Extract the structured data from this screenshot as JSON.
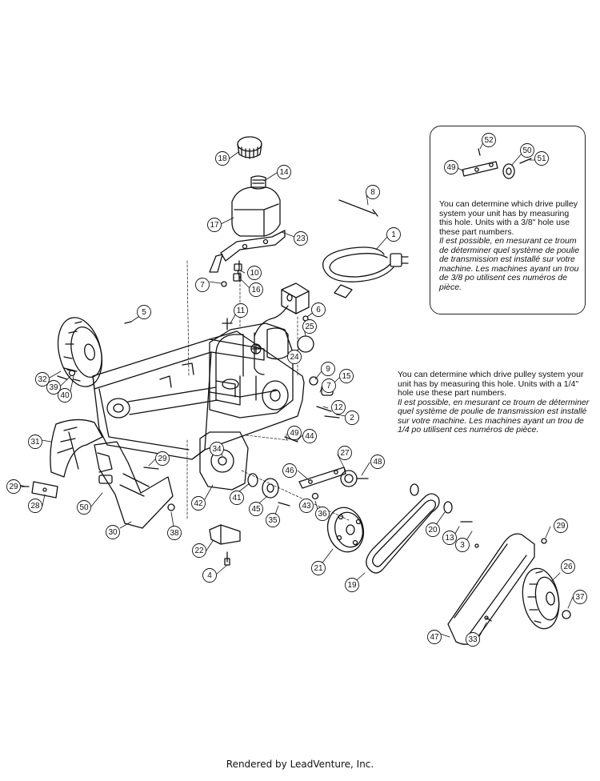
{
  "diagram": {
    "parts": [
      {
        "label": "18"
      },
      {
        "label": "14"
      },
      {
        "label": "8"
      },
      {
        "label": "17"
      },
      {
        "label": "23"
      },
      {
        "label": "1"
      },
      {
        "label": "10"
      },
      {
        "label": "7"
      },
      {
        "label": "16"
      },
      {
        "label": "5"
      },
      {
        "label": "11"
      },
      {
        "label": "6"
      },
      {
        "label": "25"
      },
      {
        "label": "24"
      },
      {
        "label": "32"
      },
      {
        "label": "39"
      },
      {
        "label": "40"
      },
      {
        "label": "9"
      },
      {
        "label": "15"
      },
      {
        "label": "7"
      },
      {
        "label": "12"
      },
      {
        "label": "2"
      },
      {
        "label": "31"
      },
      {
        "label": "29"
      },
      {
        "label": "34"
      },
      {
        "label": "49"
      },
      {
        "label": "44"
      },
      {
        "label": "27"
      },
      {
        "label": "48"
      },
      {
        "label": "46"
      },
      {
        "label": "29"
      },
      {
        "label": "28"
      },
      {
        "label": "50"
      },
      {
        "label": "42"
      },
      {
        "label": "41"
      },
      {
        "label": "45"
      },
      {
        "label": "43"
      },
      {
        "label": "36"
      },
      {
        "label": "30"
      },
      {
        "label": "38"
      },
      {
        "label": "35"
      },
      {
        "label": "20"
      },
      {
        "label": "13"
      },
      {
        "label": "3"
      },
      {
        "label": "29"
      },
      {
        "label": "22"
      },
      {
        "label": "21"
      },
      {
        "label": "4"
      },
      {
        "label": "19"
      },
      {
        "label": "26"
      },
      {
        "label": "37"
      },
      {
        "label": "47"
      },
      {
        "label": "33"
      },
      {
        "label": "52"
      },
      {
        "label": "49"
      },
      {
        "label": "50"
      },
      {
        "label": "51"
      }
    ],
    "inset_note": {
      "en": "You can determine which drive pulley system your unit has by measuring this hole. Units with a 3/8\" hole use these part numbers.",
      "fr": "Il est possible, en mesurant ce troum de déterminer quel système de poulie de transmission est installé sur votre machine. Les machines ayant un trou de 3/8 po utilisent ces numéros de pièce."
    },
    "main_note": {
      "en": "You can determine which drive pulley system your unit has by measuring this hole. Units with a 1/4\" hole use these part numbers.",
      "fr": "Il est possible, en mesurant ce troum de déterminer quel système de poulie de transmission est installé sur votre machine. Les machines ayant un trou de 1/4 po utilisent ces numéros de pièce."
    },
    "footer": "Rendered by LeadVenture, Inc."
  }
}
